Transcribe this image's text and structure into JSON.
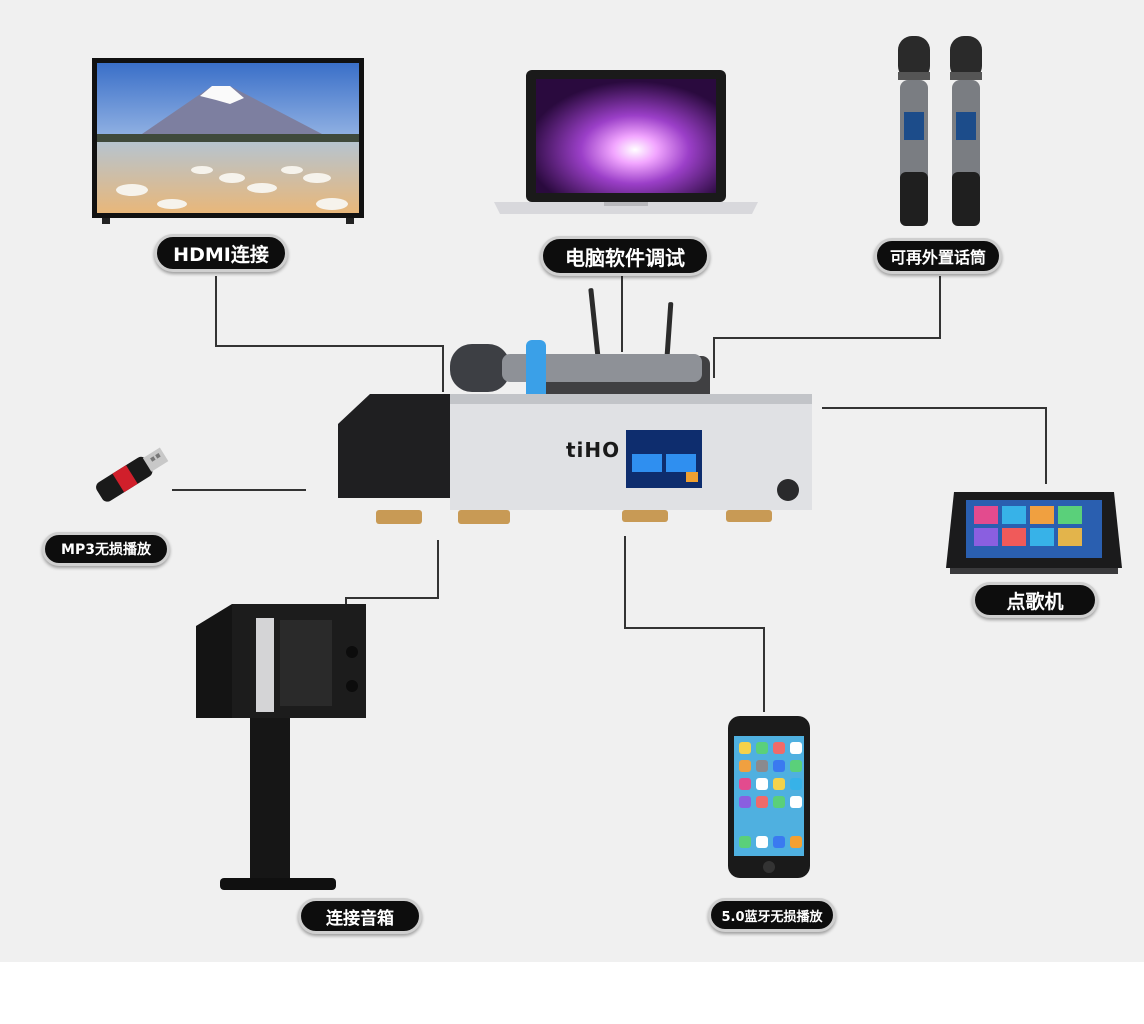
{
  "labels": {
    "hdmi": "HDMI连接",
    "computer": "电脑软件调试",
    "extmic": "可再外置话筒",
    "mp3": "MP3无损播放",
    "jukebox": "点歌机",
    "speaker": "连接音箱",
    "bluetooth": "5.0蓝牙无损播放"
  },
  "device": {
    "brand": "tiHO"
  },
  "colors": {
    "background": "#f0f0f0",
    "label_bg": "#0d0d0d",
    "label_text": "#ffffff",
    "line": "#333333",
    "panel_silver": "#d9d9dc",
    "screen_blue": "#1e6fe0",
    "gold_feet": "#c89a55"
  }
}
